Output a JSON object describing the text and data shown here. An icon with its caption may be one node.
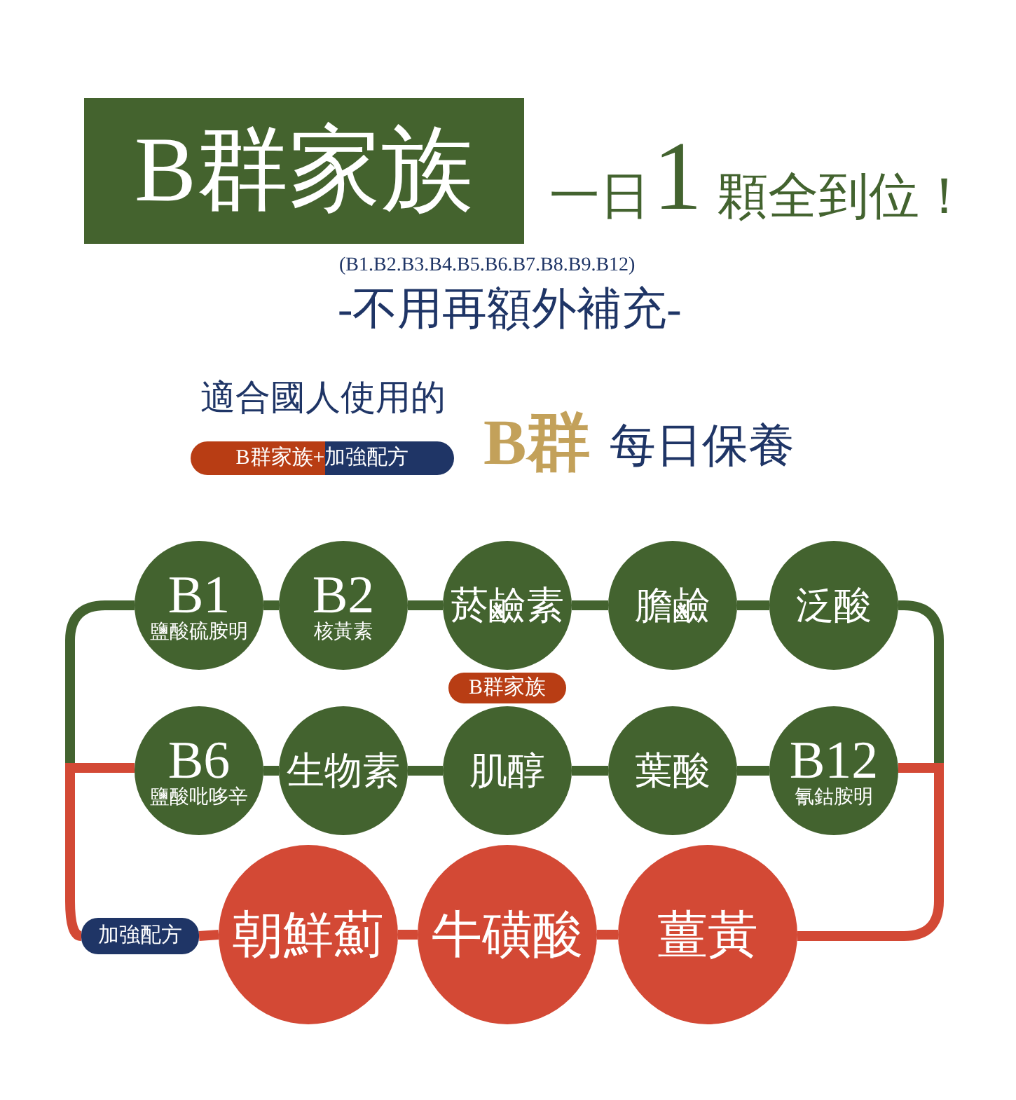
{
  "diagram": {
    "nodes": [
      {
        "text": [
          "B群家族"
        ]
      },
      {
        "text": [
          "B群家族+加強配方"
        ]
      },
      {
        "text": [
          "B1",
          "鹽酸硫胺明"
        ]
      },
      {
        "text": [
          "B2",
          "核黃素"
        ]
      },
      {
        "text": [
          "菸鹼素"
        ]
      },
      {
        "text": [
          "膽鹼"
        ]
      },
      {
        "text": [
          "泛酸"
        ]
      },
      {
        "text": [
          "B群家族"
        ]
      },
      {
        "text": [
          "B6",
          "鹽酸吡哆辛"
        ]
      },
      {
        "text": [
          "生物素"
        ]
      },
      {
        "text": [
          "肌醇"
        ]
      },
      {
        "text": [
          "葉酸"
        ]
      },
      {
        "text": [
          "B12",
          "氰鈷胺明"
        ]
      },
      {
        "text": [
          "加強配方"
        ]
      },
      {
        "text": [
          "朝鮮薊"
        ]
      },
      {
        "text": [
          "牛磺酸"
        ]
      },
      {
        "text": [
          "薑黃"
        ]
      }
    ],
    "edges": [
      {
        "from": 2,
        "to": 3,
        "arrow": "none"
      },
      {
        "from": 3,
        "to": 4,
        "arrow": "none"
      },
      {
        "from": 4,
        "to": 5,
        "arrow": "none"
      },
      {
        "from": 5,
        "to": 6,
        "arrow": "none"
      },
      {
        "from": 2,
        "to": 8,
        "arrow": "none"
      },
      {
        "from": 6,
        "to": 12,
        "arrow": "none"
      },
      {
        "from": 8,
        "to": 9,
        "arrow": "none"
      },
      {
        "from": 9,
        "to": 10,
        "arrow": "none"
      },
      {
        "from": 10,
        "to": 11,
        "arrow": "none"
      },
      {
        "from": 11,
        "to": 12,
        "arrow": "none"
      },
      {
        "from": 8,
        "to": 13,
        "arrow": "none",
        "color": "#d34935"
      },
      {
        "from": 13,
        "to": 14,
        "arrow": "none",
        "color": "#d34935"
      },
      {
        "from": 14,
        "to": 15,
        "arrow": "none",
        "color": "#d34935"
      },
      {
        "from": 15,
        "to": 16,
        "arrow": "none",
        "color": "#d34935"
      },
      {
        "from": 12,
        "to": 16,
        "arrow": "none",
        "color": "#d34935"
      }
    ],
    "labels": [
      "一日",
      "1",
      "顆全到位！",
      "(B1.B2.B3.B4.B5.B6.B7.B8.B9.B12)",
      "-不用再額外補充-",
      "適合國人使用的",
      "B群",
      "每日保養"
    ]
  }
}
